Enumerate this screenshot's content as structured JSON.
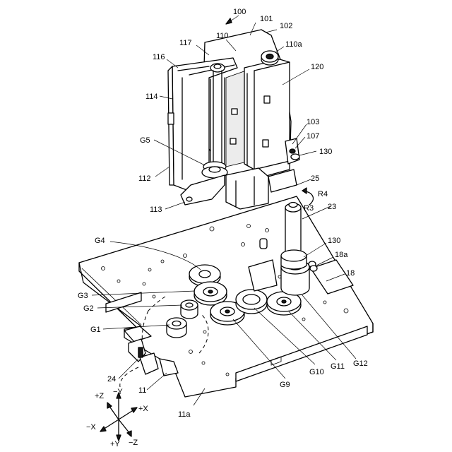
{
  "figure": {
    "ref_main": "100",
    "labels": {
      "l101": "101",
      "l102": "102",
      "l110": "110",
      "l110a": "110a",
      "l117": "117",
      "l116": "116",
      "l114": "114",
      "l120": "120",
      "l103": "103",
      "l107": "107",
      "l130a": "130",
      "lG5": "G5",
      "l112": "112",
      "l113": "113",
      "l25": "25",
      "lR4": "R4",
      "lR3": "R3",
      "l23": "23",
      "l130b": "130",
      "l18a": "18a",
      "l18": "18",
      "lG4": "G4",
      "lG3": "G3",
      "lG2": "G2",
      "lG1": "G1",
      "l24": "24",
      "l11": "11",
      "l11a": "11a",
      "lG9": "G9",
      "lG10": "G10",
      "lG11": "G11",
      "lG12": "G12"
    },
    "axes": {
      "pz": "+Z",
      "my": "−Y",
      "px": "+X",
      "mx": "−X",
      "py": "+Y",
      "mz": "−Z"
    }
  }
}
